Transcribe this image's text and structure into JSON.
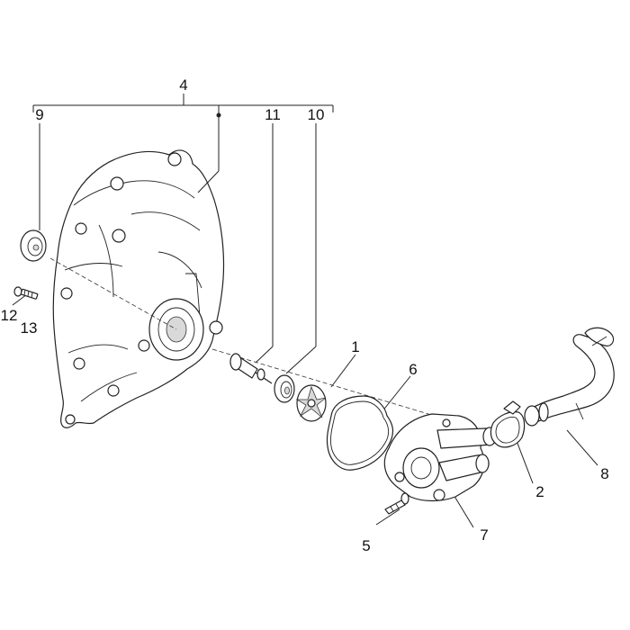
{
  "diagram": {
    "labels": {
      "l1": "1",
      "l2": "2",
      "l4": "4",
      "l5": "5",
      "l6": "6",
      "l7": "7",
      "l8": "8",
      "l9": "9",
      "l10": "10",
      "l11": "11",
      "l12": "12",
      "l13": "13"
    }
  }
}
